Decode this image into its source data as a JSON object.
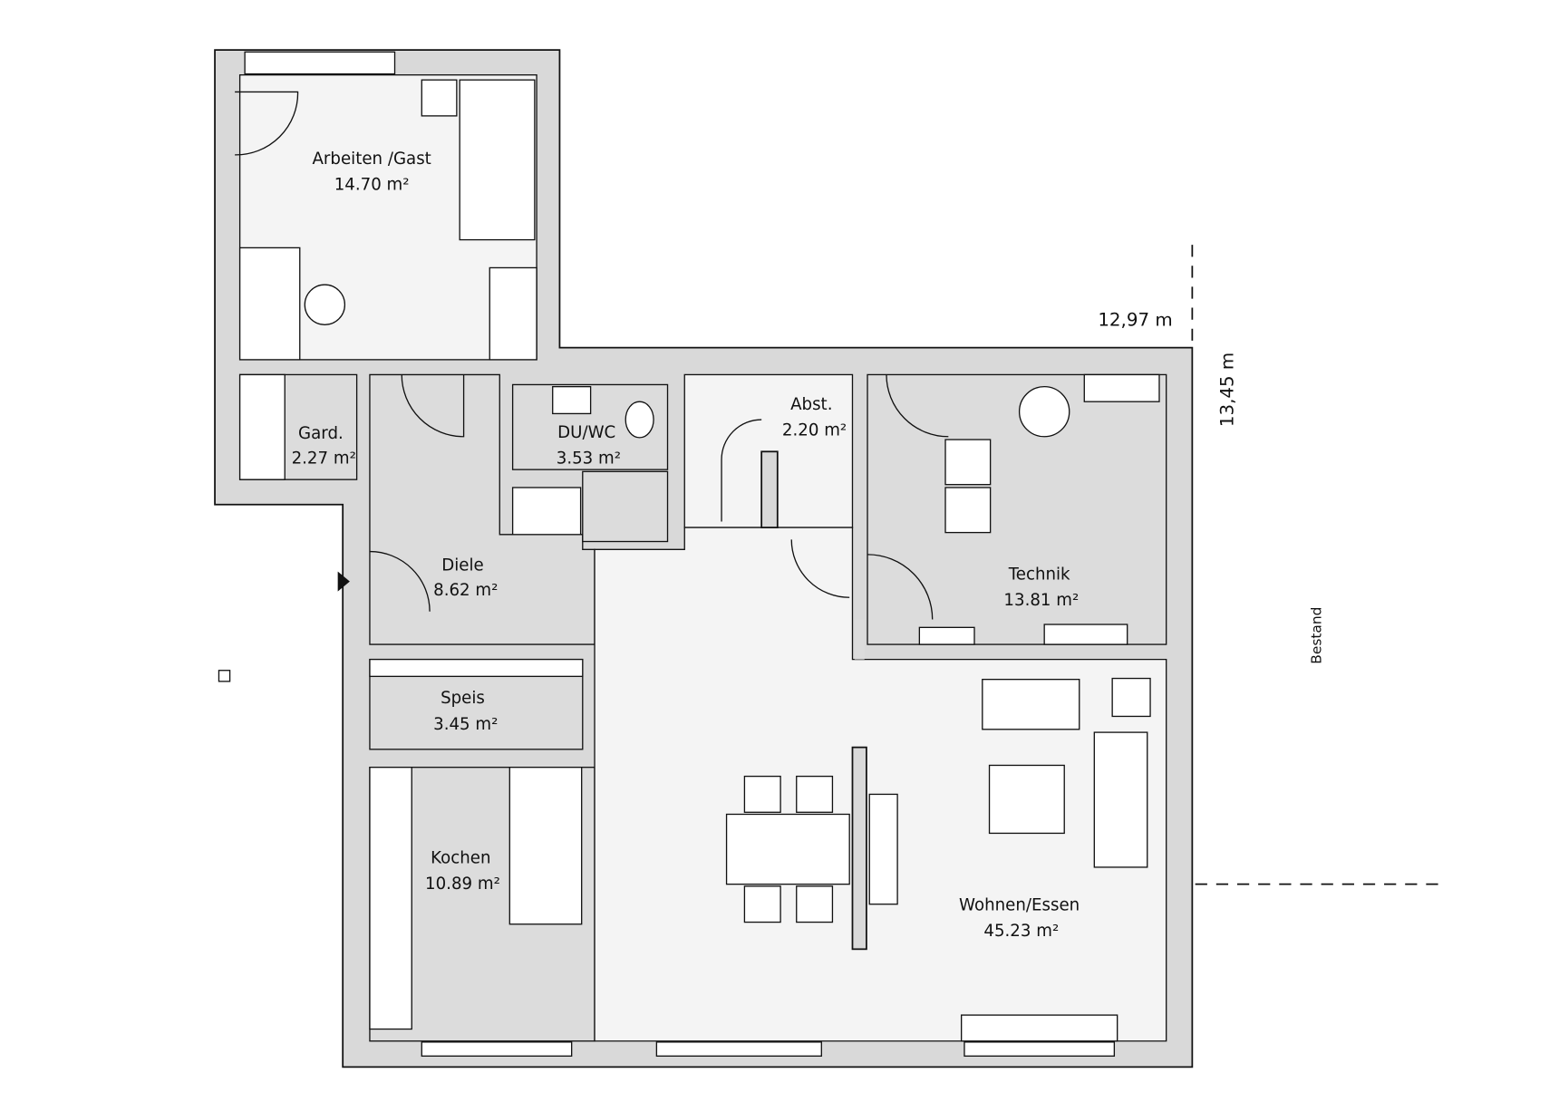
{
  "rooms": [
    {
      "name": "Arbeiten /Gast",
      "area": "14.70 m²"
    },
    {
      "name": "Gard.",
      "area": "2.27 m²"
    },
    {
      "name": "DU/WC",
      "area": "3.53 m²"
    },
    {
      "name": "Abst.",
      "area": "2.20 m²"
    },
    {
      "name": "Diele",
      "area": "8.62 m²"
    },
    {
      "name": "Technik",
      "area": "13.81 m²"
    },
    {
      "name": "Speis",
      "area": "3.45 m²"
    },
    {
      "name": "Kochen",
      "area": "10.89 m²"
    },
    {
      "name": "Wohnen/Essen",
      "area": "45.23 m²"
    }
  ],
  "dimensions": {
    "width": "12,97 m",
    "depth": "13,45 m"
  },
  "neighbour_label": "Bestand",
  "colors": {
    "wall": "#d9d9d9",
    "room_dark": "#dcdcdc",
    "room_light": "#f4f4f4"
  }
}
